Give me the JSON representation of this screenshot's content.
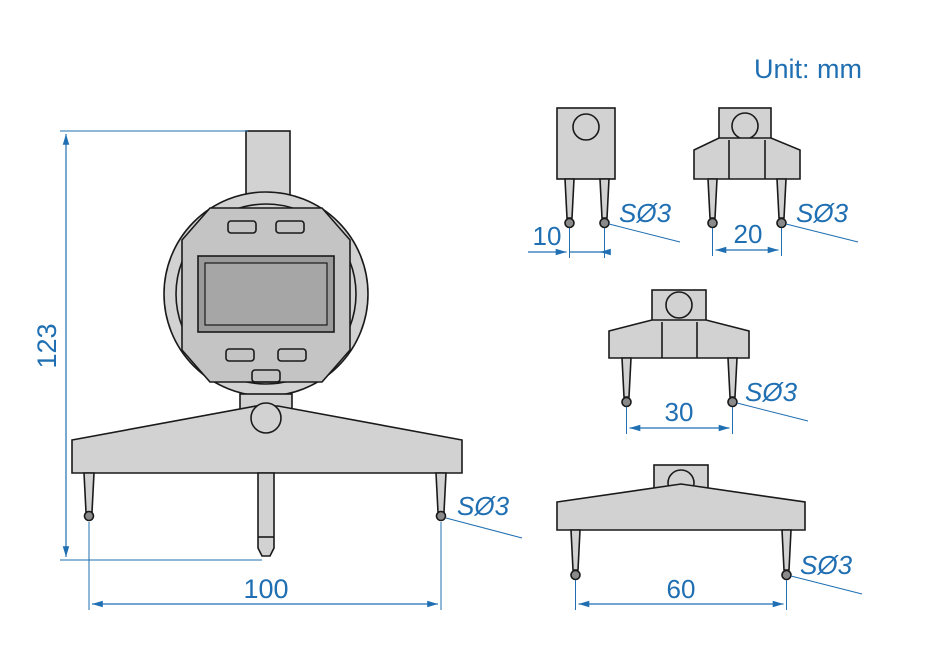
{
  "unit_label": "Unit: mm",
  "main": {
    "height_label": "123",
    "width_label": "100",
    "sphere_label": "SØ3"
  },
  "probes": [
    {
      "spacing_label": "10",
      "sphere_label": "SØ3"
    },
    {
      "spacing_label": "20",
      "sphere_label": "SØ3"
    },
    {
      "spacing_label": "30",
      "sphere_label": "SØ3"
    },
    {
      "spacing_label": "60",
      "sphere_label": "SØ3"
    }
  ],
  "colors": {
    "dimension": "#1f6fb2",
    "body": "#d2d2d2",
    "outline": "#1a1a1a"
  }
}
